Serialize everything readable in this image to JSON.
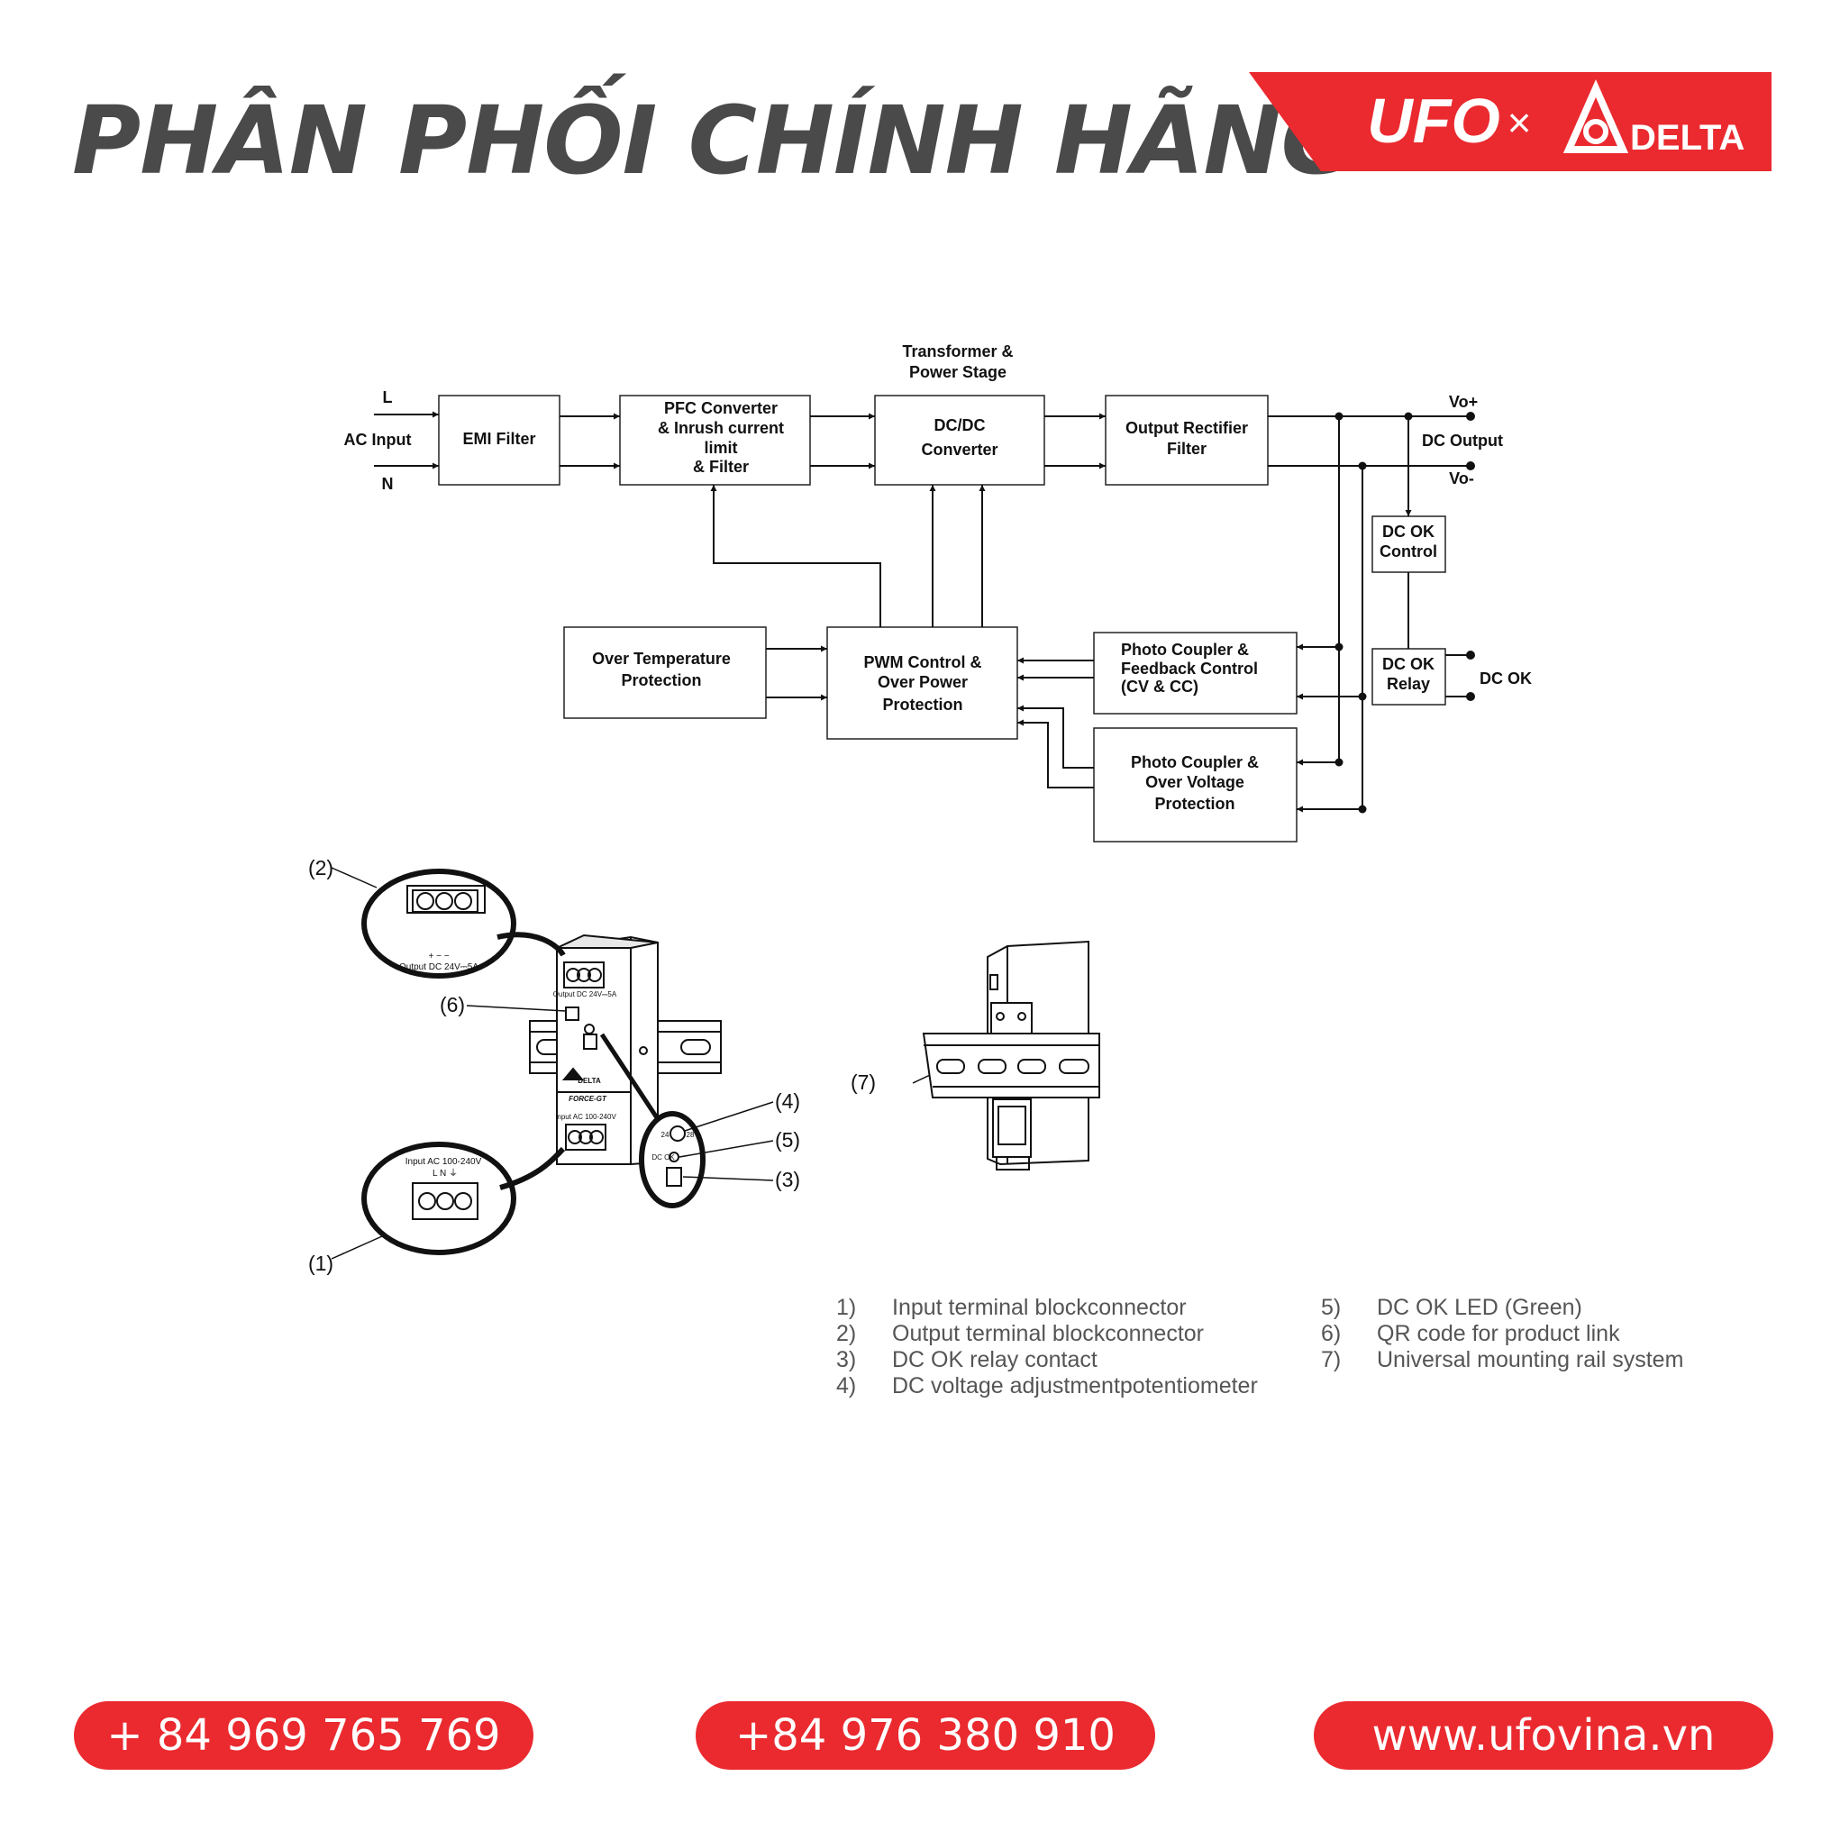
{
  "header": {
    "headline": "PHÂN PHỐI CHÍNH HÃNG",
    "brand_left": "UFO",
    "brand_times": "×",
    "brand_right": "DELTA",
    "accent_color": "#ea2a2f"
  },
  "diagram": {
    "input_L": "L",
    "input_label": "AC Input",
    "input_N": "N",
    "emi": "EMI Filter",
    "pfc": [
      "PFC Converter",
      "& Inrush current",
      "limit",
      "& Filter"
    ],
    "stage_label": [
      "Transformer &",
      "Power Stage"
    ],
    "dcdc": [
      "DC/DC",
      "Converter"
    ],
    "rect": [
      "Output Rectifier",
      "Filter"
    ],
    "vo_plus": "Vo+",
    "dc_output": "DC Output",
    "vo_minus": "Vo-",
    "dcok_control": [
      "DC OK",
      "Control"
    ],
    "dcok_relay": [
      "DC OK",
      "Relay"
    ],
    "dcok_label": "DC OK",
    "otp": [
      "Over Temperature",
      "Protection"
    ],
    "pwm": [
      "PWM Control &",
      "Over Power",
      "Protection"
    ],
    "fb": [
      "Photo Coupler &",
      "Feedback Control",
      "(CV & CC)"
    ],
    "ovp": [
      "Photo Coupler &",
      "Over Voltage",
      "Protection"
    ]
  },
  "illustration": {
    "callouts": [
      "(1)",
      "(2)",
      "(3)",
      "(4)",
      "(5)",
      "(6)",
      "(7)"
    ],
    "output_terminal_text": "Output DC 24V⎓5A",
    "output_pins": "+   −   −",
    "input_terminal_text": "Input AC 100-240V",
    "input_pins": "L   N   ⏚",
    "device_brand": "DELTA",
    "device_model": "FORCE-GT",
    "dc_ok_mark": "DC OK",
    "pot_24": "24",
    "pot_28": "28"
  },
  "legend": {
    "col1": [
      {
        "num": "1)",
        "text": "Input terminal blockconnector"
      },
      {
        "num": "2)",
        "text": "Output terminal blockconnector"
      },
      {
        "num": "3)",
        "text": "DC OK relay contact"
      },
      {
        "num": "4)",
        "text": "DC voltage adjustmentpotentiometer"
      }
    ],
    "col2": [
      {
        "num": "5)",
        "text": "DC OK LED (Green)"
      },
      {
        "num": "6)",
        "text": "QR code for product link"
      },
      {
        "num": "7)",
        "text": "Universal mounting rail system"
      }
    ]
  },
  "footer": {
    "phone1": "+ 84 969 765 769",
    "phone2": "+84 976 380 910",
    "website": "www.ufovina.vn"
  }
}
